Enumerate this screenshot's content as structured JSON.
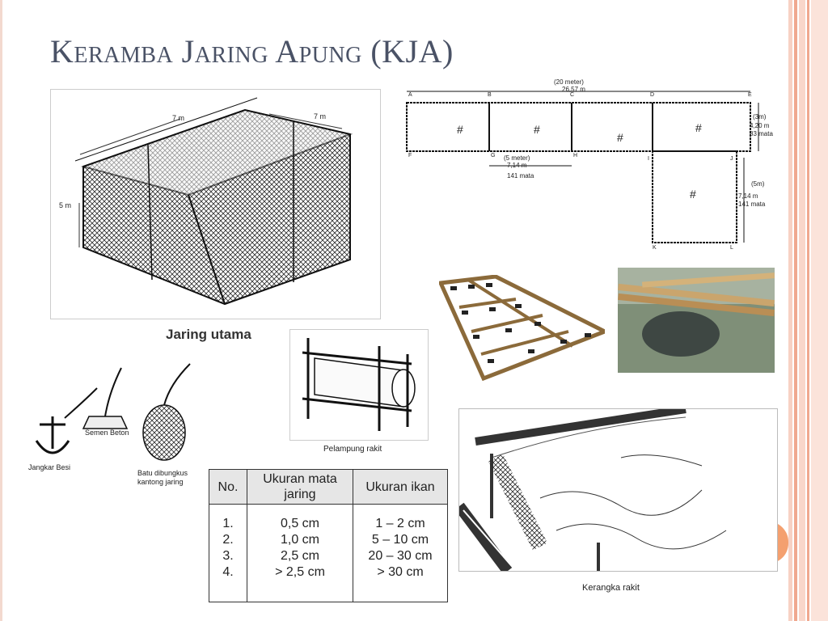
{
  "slide": {
    "title": "Keramba Jaring Apung (KJA)"
  },
  "figures": {
    "main_net": {
      "caption": "Jaring utama",
      "dim_left": "7 m",
      "dim_right": "7 m",
      "dim_height": "5 m"
    },
    "anchors": {
      "label_iron": "Jangkar Besi",
      "label_concrete": "Semen Beton",
      "label_stone_1": "Batu dibungkus",
      "label_stone_2": "kantong jaring"
    },
    "float": {
      "caption": "Pelampung rakit"
    },
    "frame": {
      "caption": "Kerangka rakit"
    },
    "layout_plan": {
      "top_line1": "(20 meter)",
      "top_line2": "26,57 m",
      "mid_line1": "(5 meter)",
      "mid_line2": "7,14 m",
      "mid_line3": "141 mata",
      "right_top_1": "(3m)",
      "right_top_2": "4,20 m",
      "right_top_3": "83 mata",
      "right_bot_1": "(5m)",
      "right_bot_2": "7,14 m",
      "right_bot_3": "141 mata",
      "pt_a": "A",
      "pt_b": "B",
      "pt_c": "C",
      "pt_d": "D",
      "pt_e": "E",
      "pt_f": "F",
      "pt_g": "G",
      "pt_h": "H",
      "pt_i": "I",
      "pt_j": "J",
      "pt_k": "K",
      "pt_l": "L"
    }
  },
  "mesh_table": {
    "headers": [
      "No.",
      "Ukuran mata jaring",
      "Ukuran ikan"
    ],
    "rows": [
      [
        "1.",
        "0,5 cm",
        "1 – 2 cm"
      ],
      [
        "2.",
        "1,0 cm",
        "5 – 10 cm"
      ],
      [
        "3.",
        "2,5 cm",
        "20 – 30 cm"
      ],
      [
        "4.",
        "> 2,5 cm",
        "> 30 cm"
      ]
    ]
  }
}
